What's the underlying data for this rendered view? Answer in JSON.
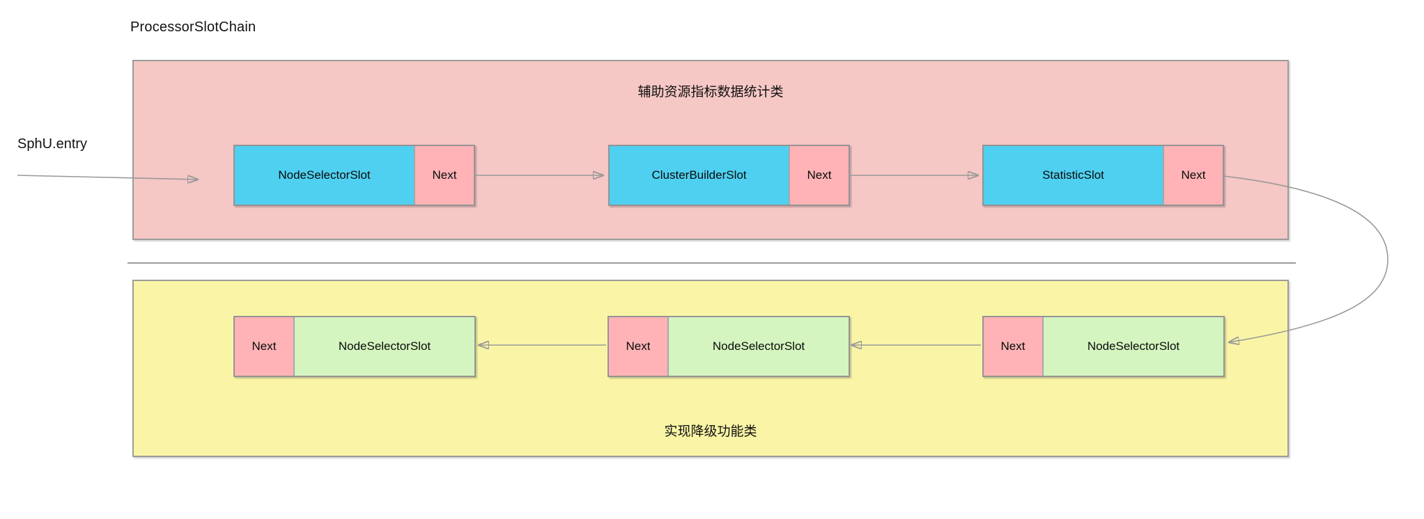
{
  "title": "ProcessorSlotChain",
  "entry_label": "SphU.entry",
  "colors": {
    "slot-blue": "#4fd0f0",
    "slot-green": "#d4f5bf",
    "next-pink": "#ffb3b6",
    "region-pink": "#f5c7c5",
    "region-yellow": "#faf5a6",
    "line-gray": "#999999"
  },
  "top_region": {
    "label": "辅助资源指标数据统计类",
    "slots": [
      {
        "name": "NodeSelectorSlot",
        "next_label": "Next"
      },
      {
        "name": "ClusterBuilderSlot",
        "next_label": "Next"
      },
      {
        "name": "StatisticSlot",
        "next_label": "Next"
      }
    ]
  },
  "bottom_region": {
    "label": "实现降级功能类",
    "slots": [
      {
        "name": "NodeSelectorSlot",
        "next_label": "Next"
      },
      {
        "name": "NodeSelectorSlot",
        "next_label": "Next"
      },
      {
        "name": "NodeSelectorSlot",
        "next_label": "Next"
      }
    ]
  }
}
